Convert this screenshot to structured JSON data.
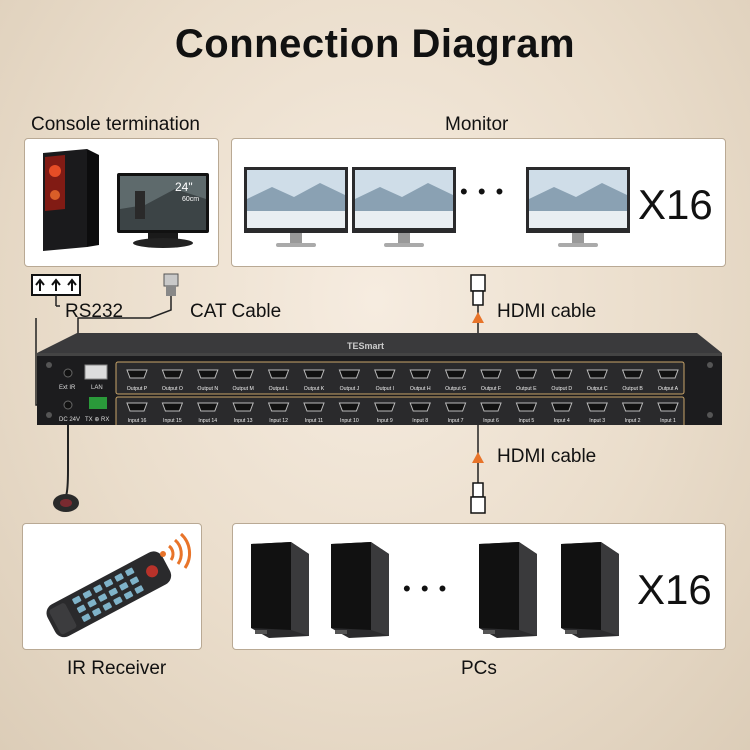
{
  "title": "Connection Diagram",
  "labels": {
    "console": "Console termination",
    "monitor": "Monitor",
    "rs232": "RS232",
    "cat_cable": "CAT Cable",
    "hdmi_cable_top": "HDMI cable",
    "hdmi_cable_bottom": "HDMI cable",
    "ir_receiver": "IR Receiver",
    "pcs": "PCs"
  },
  "monitor_count": "X16",
  "pc_count": "X16",
  "ellipsis": "• • •",
  "console_screen": {
    "size": "24\"",
    "metric": "60cm"
  },
  "device": {
    "brand": "TESmart",
    "left_ports": {
      "ext_ir": "Ext IR",
      "power": "DC 24V",
      "lan": "LAN",
      "serial": "TX ⊕ RX"
    },
    "outputs": [
      "Output P",
      "Output O",
      "Output N",
      "Output M",
      "Output L",
      "Output K",
      "Output J",
      "Output I",
      "Output H",
      "Output G",
      "Output F",
      "Output E",
      "Output D",
      "Output C",
      "Output B",
      "Output A"
    ],
    "inputs": [
      "Input 16",
      "Input 15",
      "Input 14",
      "Input 13",
      "Input 12",
      "Input 11",
      "Input 10",
      "Input 9",
      "Input 8",
      "Input 7",
      "Input 6",
      "Input 5",
      "Input 4",
      "Input 3",
      "Input 2",
      "Input 1"
    ]
  },
  "colors": {
    "accent_arrow": "#e8742a",
    "ir_icon": "#e8742a",
    "chassis": "#1c1c1e",
    "port_band": "#2a2a2c"
  }
}
